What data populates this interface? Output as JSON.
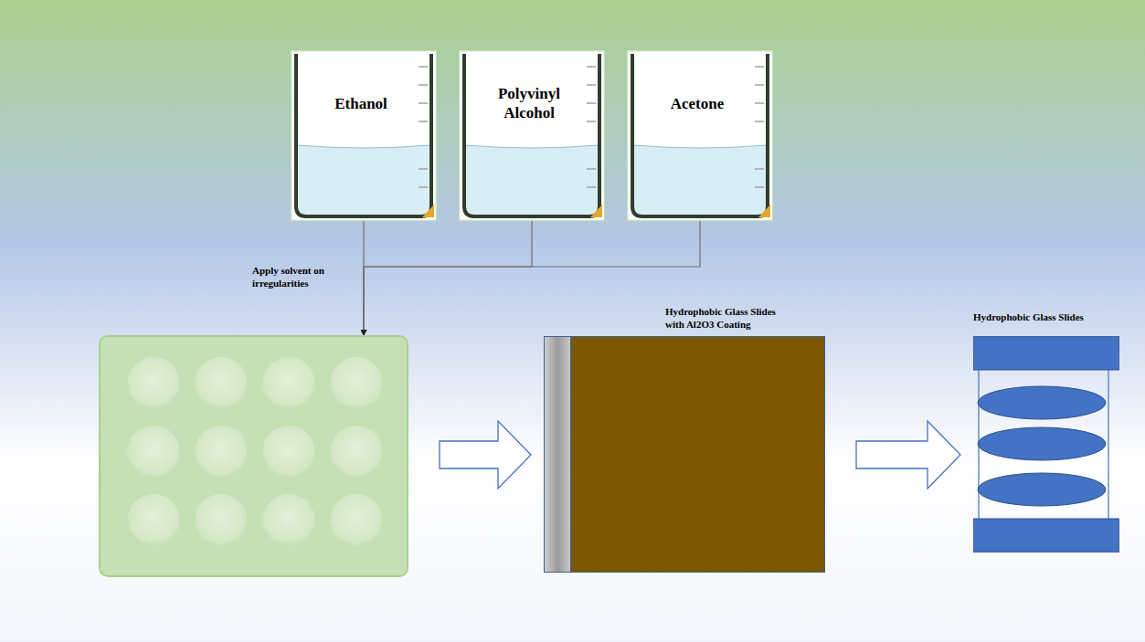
{
  "diagram": {
    "nodes": [
      {
        "text": [
          "Ethanol"
        ]
      },
      {
        "text": [
          "Polyvinyl Alcohol"
        ]
      },
      {
        "text": [
          "Acetone"
        ]
      },
      {
        "text": [
          "Apply solvent on irregularities"
        ]
      },
      {
        "text": [
          "Hydrophobic Glass Slides with Al2O3 Coating"
        ]
      },
      {
        "text": [
          "Hydrophobic Glass Slides"
        ]
      }
    ],
    "edges": [
      {
        "from": 0,
        "to": 3,
        "arrow": "to"
      },
      {
        "from": 1,
        "to": 3,
        "arrow": "to"
      },
      {
        "from": 2,
        "to": 3,
        "arrow": "to"
      },
      {
        "from": 3,
        "to": 4,
        "arrow": "to"
      },
      {
        "from": 4,
        "to": 5,
        "arrow": "to"
      }
    ]
  }
}
